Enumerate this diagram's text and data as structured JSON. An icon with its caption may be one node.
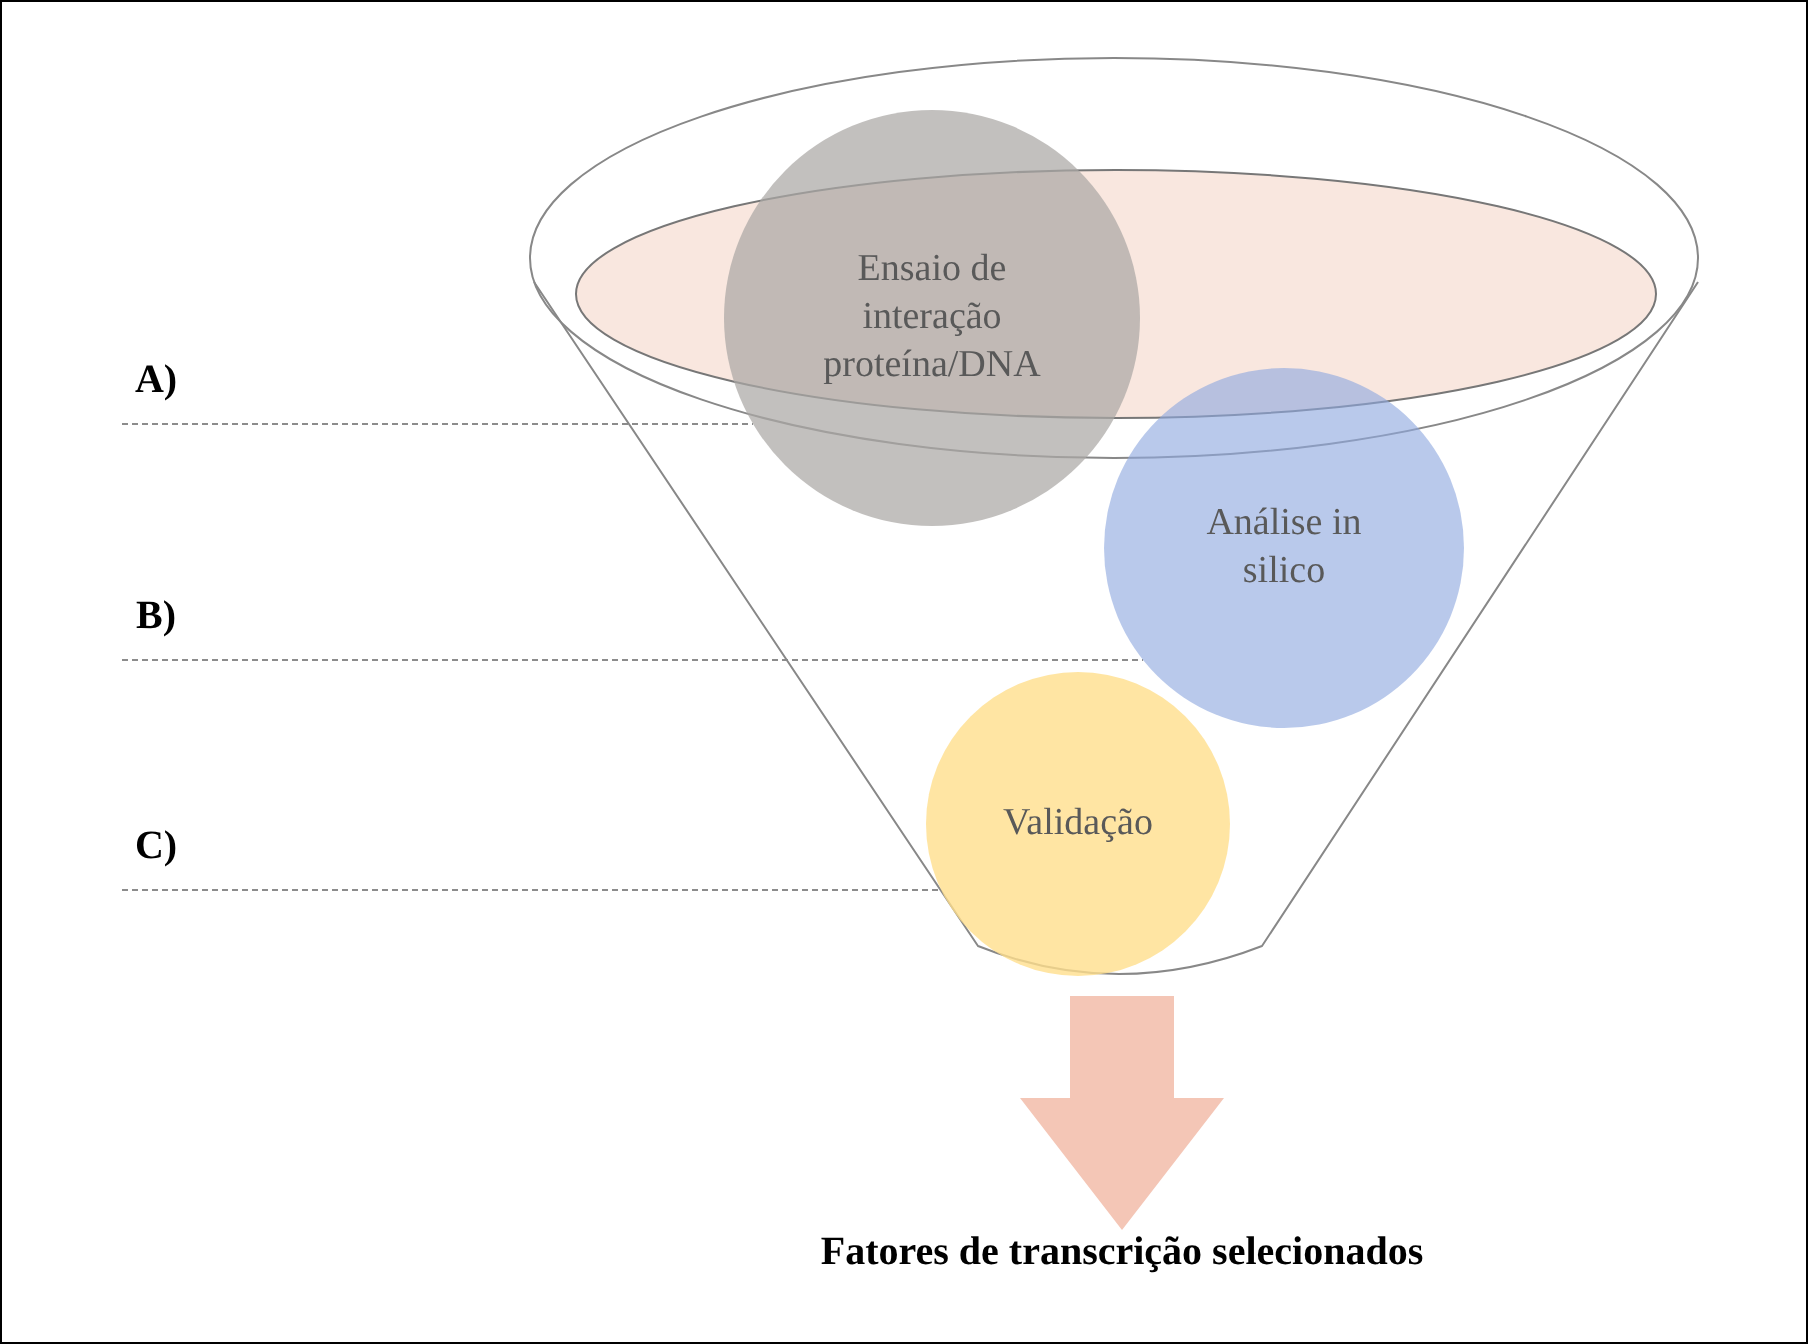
{
  "diagram": {
    "nodes": [
      {
        "text": [],
        "shape": "funnel"
      },
      {
        "text": [
          "Ensaio de interação proteína/DNA"
        ],
        "in": 0
      },
      {
        "text": [
          "Análise in silico"
        ],
        "in": 0
      },
      {
        "text": [
          "Validação"
        ],
        "in": 0
      },
      {
        "text": [
          "A)"
        ]
      },
      {
        "text": [
          "B)"
        ]
      },
      {
        "text": [
          "C)"
        ]
      },
      {
        "text": [
          "Fatores de transcrição selecionados"
        ]
      }
    ],
    "edges": [
      {
        "from": 4,
        "to": 1,
        "arrow": "none",
        "style": "dashed"
      },
      {
        "from": 5,
        "to": 2,
        "arrow": "none",
        "style": "dashed"
      },
      {
        "from": 6,
        "to": 3,
        "arrow": "none",
        "style": "dashed"
      },
      {
        "from": 0,
        "to": 7,
        "arrow": "to",
        "style": "thick",
        "color": "#f4c6b6"
      }
    ]
  }
}
